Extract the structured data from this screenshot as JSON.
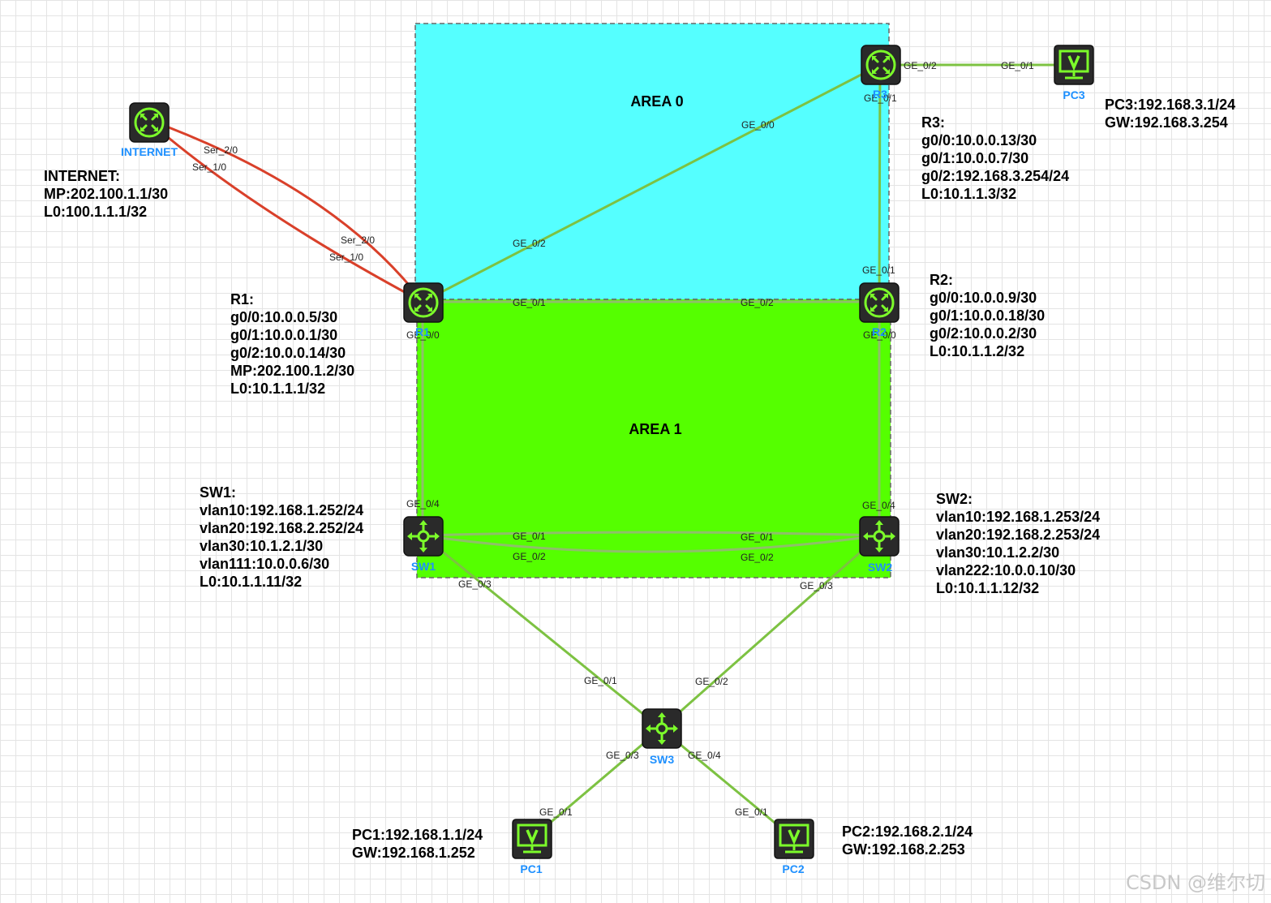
{
  "areas": {
    "area0": {
      "label": "AREA 0",
      "color": "#55FFFF"
    },
    "area1": {
      "label": "AREA 1",
      "color": "#55FF00"
    }
  },
  "devices": {
    "internet": {
      "label": "INTERNET",
      "icon": "router-icon"
    },
    "r1": {
      "label": "R1",
      "icon": "router-icon"
    },
    "r2": {
      "label": "R2",
      "icon": "router-icon"
    },
    "r3": {
      "label": "R3",
      "icon": "router-icon"
    },
    "sw1": {
      "label": "SW1",
      "icon": "switch-icon"
    },
    "sw2": {
      "label": "SW2",
      "icon": "switch-icon"
    },
    "sw3": {
      "label": "SW3",
      "icon": "switch-icon"
    },
    "pc1": {
      "label": "PC1",
      "icon": "pc-icon"
    },
    "pc2": {
      "label": "PC2",
      "icon": "pc-icon"
    },
    "pc3": {
      "label": "PC3",
      "icon": "pc-icon"
    }
  },
  "ports": {
    "internet_ser2": "Ser_2/0",
    "internet_ser1": "Ser_1/0",
    "r1_ser2": "Ser_2/0",
    "r1_ser1": "Ser_1/0",
    "r1_ge2": "GE_0/2",
    "r1_ge1": "GE_0/1",
    "r1_ge0": "GE_0/0",
    "r3_ge0": "GE_0/0",
    "r3_ge2": "GE_0/2",
    "r3_ge1": "GE_0/1",
    "pc3_ge1": "GE_0/1",
    "r2_ge1_top": "GE_0/1",
    "r2_ge2": "GE_0/2",
    "r2_ge0": "GE_0/0",
    "sw1_ge4": "GE_0/4",
    "sw1_ge1": "GE_0/1",
    "sw1_ge2": "GE_0/2",
    "sw1_ge3": "GE_0/3",
    "sw2_ge4": "GE_0/4",
    "sw2_ge1": "GE_0/1",
    "sw2_ge2": "GE_0/2",
    "sw2_ge3": "GE_0/3",
    "sw3_ge1": "GE_0/1",
    "sw3_ge2": "GE_0/2",
    "sw3_ge3": "GE_0/3",
    "sw3_ge4": "GE_0/4",
    "pc1_ge1": "GE_0/1",
    "pc2_ge1": "GE_0/1"
  },
  "info": {
    "internet": [
      "INTERNET:",
      "MP:202.100.1.1/30",
      "L0:100.1.1.1/32"
    ],
    "r1": [
      "R1:",
      "g0/0:10.0.0.5/30",
      "g0/1:10.0.0.1/30",
      "g0/2:10.0.0.14/30",
      "MP:202.100.1.2/30",
      "L0:10.1.1.1/32"
    ],
    "r2": [
      "R2:",
      "g0/0:10.0.0.9/30",
      "g0/1:10.0.0.18/30",
      "g0/2:10.0.0.2/30",
      "L0:10.1.1.2/32"
    ],
    "r3": [
      "R3:",
      "g0/0:10.0.0.13/30",
      "g0/1:10.0.0.7/30",
      "g0/2:192.168.3.254/24",
      "L0:10.1.1.3/32"
    ],
    "pc3": [
      "PC3:192.168.3.1/24",
      "GW:192.168.3.254"
    ],
    "sw1": [
      "SW1:",
      "vlan10:192.168.1.252/24",
      "vlan20:192.168.2.252/24",
      "vlan30:10.1.2.1/30",
      "vlan111:10.0.0.6/30",
      "L0:10.1.1.11/32"
    ],
    "sw2": [
      "SW2:",
      "vlan10:192.168.1.253/24",
      "vlan20:192.168.2.253/24",
      "vlan30:10.1.2.2/30",
      "vlan222:10.0.0.10/30",
      "L0:10.1.1.12/32"
    ],
    "pc1": [
      "PC1:192.168.1.1/24",
      "GW:192.168.1.252"
    ],
    "pc2": [
      "PC2:192.168.2.1/24",
      "GW:192.168.2.253"
    ]
  },
  "watermark": "CSDN @维尔切",
  "colors": {
    "link": "#7DC242",
    "serial": "#D9402A",
    "device_label": "#1E90FF",
    "device_body": "#222222",
    "icon_green": "#7CFC2A"
  }
}
